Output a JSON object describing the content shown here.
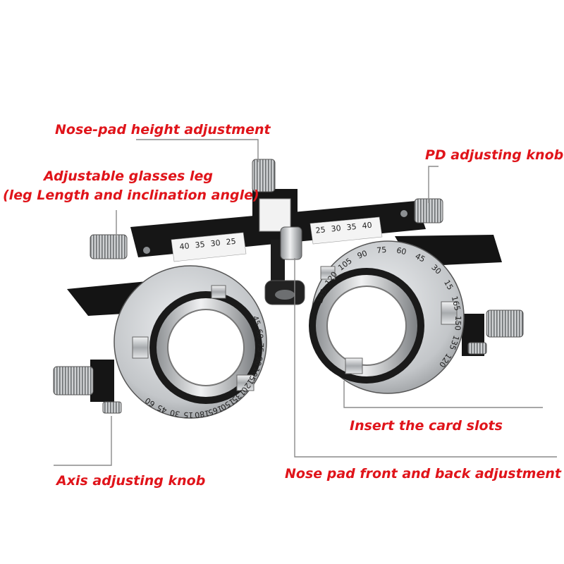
{
  "labels": {
    "nose_pad_height": "Nose-pad height adjustment",
    "pd_knob": "PD adjusting knob",
    "glasses_leg_line1": "Adjustable glasses leg",
    "glasses_leg_line2": "(leg Length and inclination angle)",
    "card_slots": "Insert the card slots",
    "axis_knob": "Axis adjusting knob",
    "nose_pad_front_back": "Nose pad front and back adjustment"
  },
  "pd_scale": {
    "left": [
      "40",
      "35",
      "30",
      "25"
    ],
    "right": [
      "25",
      "30",
      "35",
      "40"
    ]
  },
  "left_axis_dial": [
    "45",
    "60",
    "75",
    "90",
    "105",
    "120",
    "135",
    "150",
    "165",
    "180",
    "15",
    "30",
    "45",
    "60"
  ],
  "right_axis_dial": [
    "135",
    "120",
    "105",
    "90",
    "75",
    "60",
    "45",
    "30",
    "15",
    "165",
    "150",
    "135",
    "120"
  ],
  "colors": {
    "label_red": "#e0141a",
    "frame_black": "#151515",
    "chrome": "#b9bcbf",
    "leader_gray": "#8a8a8a"
  }
}
